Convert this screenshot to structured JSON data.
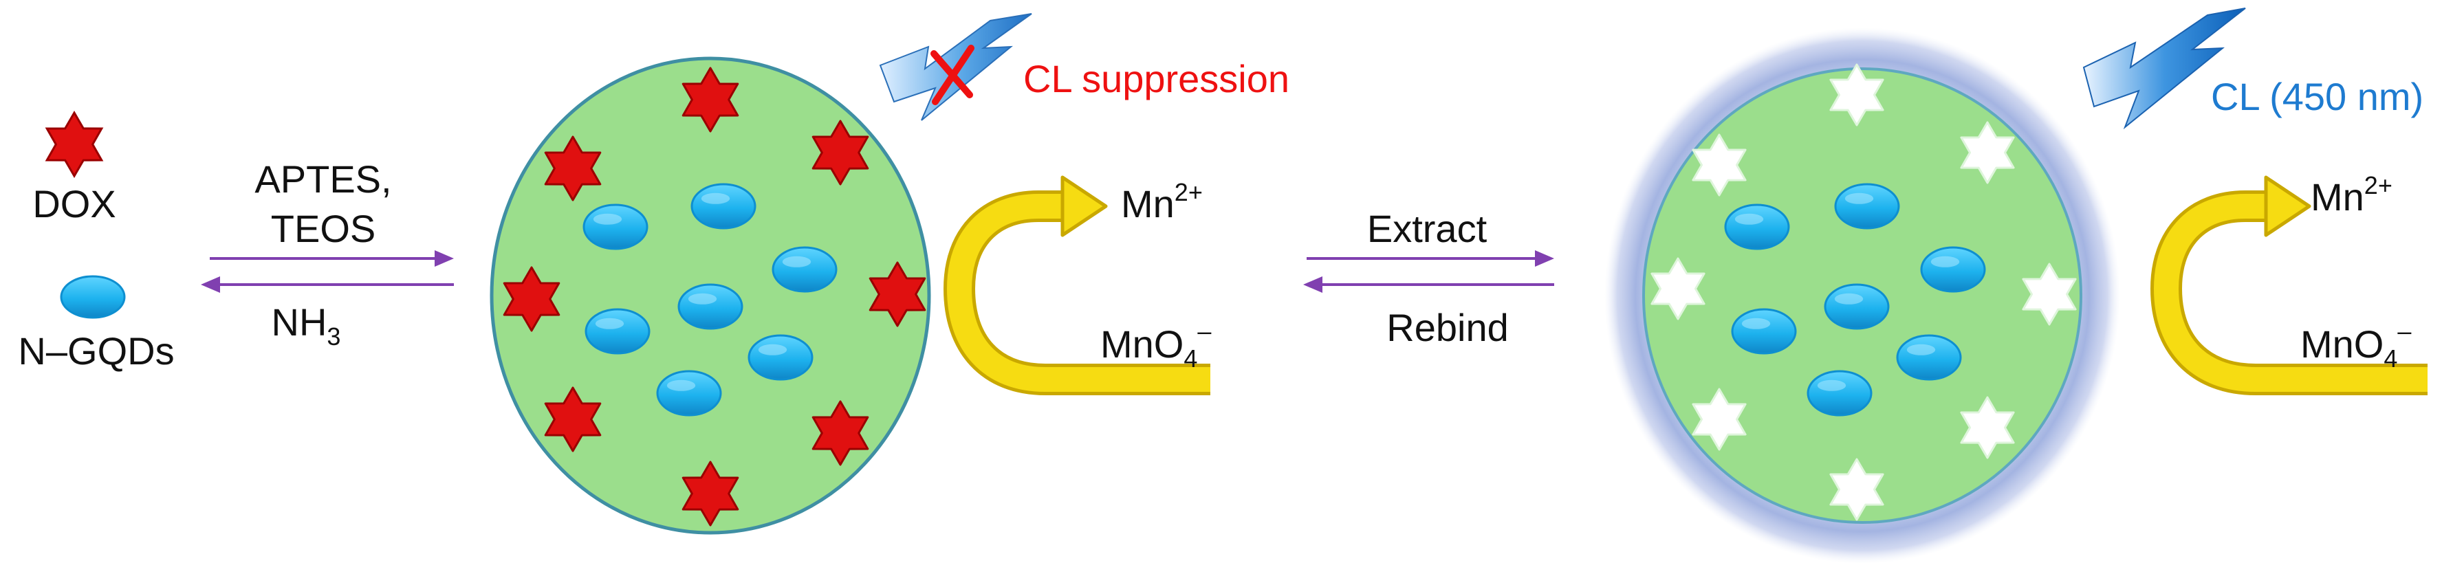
{
  "legend": {
    "dox_label": "DOX",
    "gqd_label": "N–GQDs"
  },
  "step1": {
    "top_line1": "APTES,",
    "top_line2": "TEOS",
    "bottom_base": "NH",
    "bottom_sub": "3"
  },
  "step2": {
    "top": "Extract",
    "bottom": "Rebind"
  },
  "left_particle": {
    "cl_label": "CL suppression",
    "mn_base": "Mn",
    "mn_sup": "2+",
    "mno4_base": "MnO",
    "mno4_sub": "4",
    "mno4_sup": "–"
  },
  "right_particle": {
    "cl_label": "CL (450 nm)",
    "mn_base": "Mn",
    "mn_sup": "2+",
    "mno4_base": "MnO",
    "mno4_sub": "4",
    "mno4_sup": "–"
  },
  "colors": {
    "silica_green": "#9bde8c",
    "gqd_blue": "#1cb4ee",
    "dox_red": "#e01010",
    "arrow_yellow": "#f4d60c",
    "equilibrium_purple": "#8040b0",
    "glow_blue": "#8aa0d8",
    "suppression_red": "#ee1111",
    "cl_blue": "#1e7bd0"
  },
  "icons": [
    "star-icon",
    "ellipse-icon",
    "lightning-icon",
    "cross-icon",
    "curved-arrow-icon",
    "equilibrium-arrows-icon"
  ]
}
